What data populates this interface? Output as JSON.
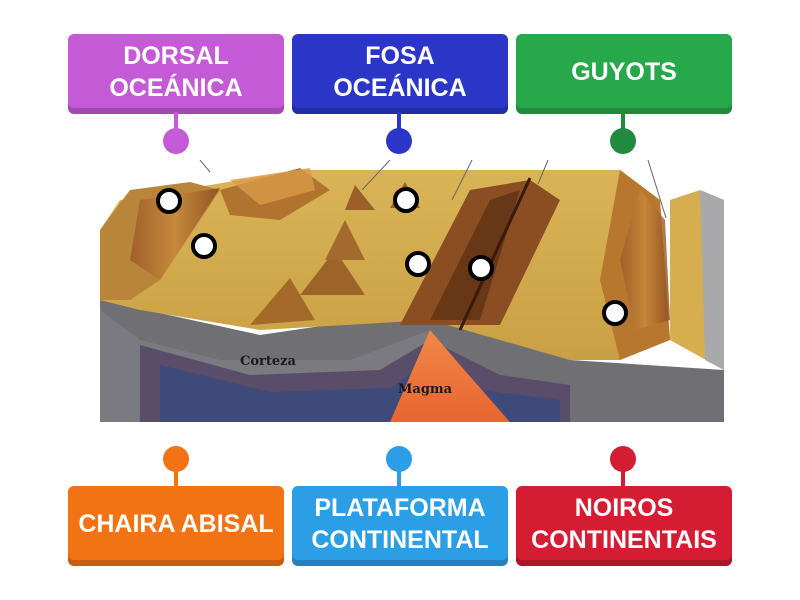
{
  "labels_top": [
    {
      "lines": [
        "DORSAL",
        "OCEÁNICA"
      ],
      "color": "#c55ad6",
      "stem_color": "#c55ad6"
    },
    {
      "lines": [
        "FOSA",
        "OCEÁNICA"
      ],
      "color": "#2b36c9",
      "stem_color": "#2b36c9"
    },
    {
      "lines": [
        "GUYOTS"
      ],
      "color": "#26a84b",
      "stem_color": "#208a3e"
    }
  ],
  "labels_bottom": [
    {
      "lines": [
        "CHAIRA ABISAL"
      ],
      "color": "#f27313",
      "stem_color": "#f27313"
    },
    {
      "lines": [
        "PLATAFORMA",
        "CONTINENTAL"
      ],
      "color": "#2c9ee6",
      "stem_color": "#2c9ee6"
    },
    {
      "lines": [
        "NOIROS",
        "CONTINENTAIS"
      ],
      "color": "#d41c33",
      "stem_color": "#d41c33"
    }
  ],
  "diagram": {
    "label_corteza": "Corteza",
    "label_magma": "Magma"
  }
}
